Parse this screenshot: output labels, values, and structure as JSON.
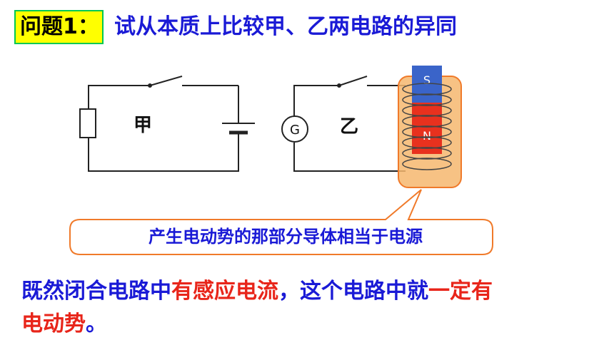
{
  "title": {
    "tag": "问题1：",
    "text": "试从本质上比较甲、乙两电路的异同"
  },
  "circuits": {
    "left_label": "甲",
    "right_label": "乙",
    "galvanometer": "G",
    "magnet_top": "S",
    "magnet_bottom": "N"
  },
  "callout": "产生电动势的那部分导体相当于电源",
  "conclusion": {
    "part1": "既然闭合电路中",
    "part2": "有感应电流",
    "part3": "，这个电路中就",
    "part4": "一定有",
    "part5": "电动势",
    "part6": "。"
  },
  "colors": {
    "blue_text": "#1a1ad6",
    "red_text": "#e8251a",
    "highlight": "#ffff00",
    "callout_border": "#f07a2a",
    "coil_box": "#f6b76e"
  }
}
